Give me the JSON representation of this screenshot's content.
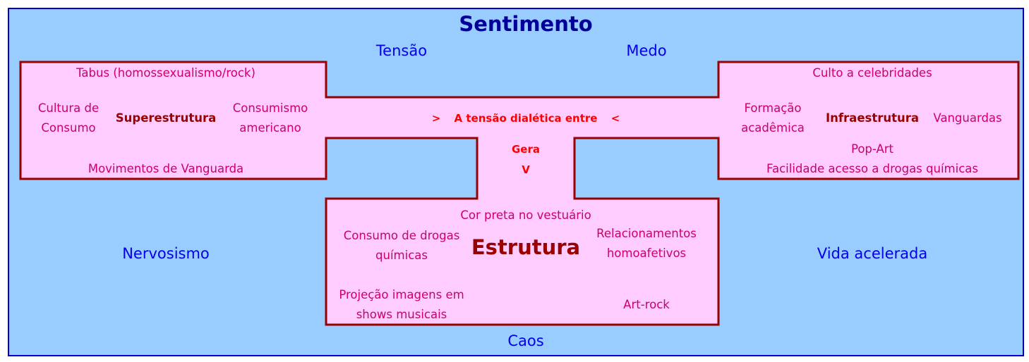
{
  "title": "Sentimento",
  "feelings": {
    "tensao": "Tensão",
    "medo": "Medo",
    "nervosismo": "Nervosismo",
    "vida_acelerada": "Vida acelerada",
    "caos": "Caos"
  },
  "superestrutura": {
    "label": "Superestrutura",
    "items": [
      "Tabus (homossexualismo/rock)",
      "Cultura de\nConsumo",
      "Consumismo\namericano",
      "Movimentos de Vanguarda"
    ]
  },
  "infraestrutura": {
    "label": "Infraestrutura",
    "items": [
      "Culto a celebridades",
      "Formação\nacadêmica",
      "Vanguardas",
      "Pop-Art",
      "Facilidade acesso a drogas químicas"
    ]
  },
  "connector": {
    "left_arrow": ">",
    "text": "A tensão dialética entre",
    "right_arrow": "<",
    "gera": "Gera",
    "down": "V"
  },
  "estrutura": {
    "label": "Estrutura",
    "items": [
      "Cor preta no vestuário",
      "Consumo de drogas\nquímicas",
      "Relacionamentos\nhomoafetivos",
      "Projeção imagens em\nshows musicais",
      "Art-rock"
    ]
  },
  "colors": {
    "background": "#99ccff",
    "shape_fill": "#ffccff",
    "shape_outline": "#990000",
    "frame": "#0000cc"
  }
}
